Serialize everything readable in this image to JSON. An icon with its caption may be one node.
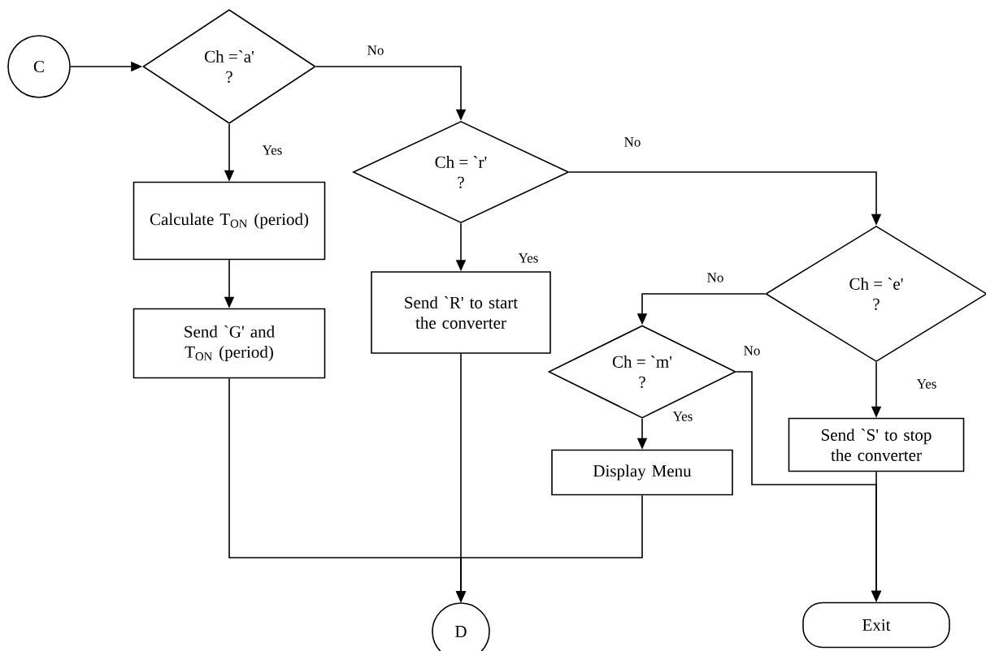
{
  "diagram": {
    "nodes": [
      {
        "text": [
          "C"
        ]
      },
      {
        "text": [
          "Ch =`a'",
          "?"
        ]
      },
      {
        "text": [
          "Ch = `r'",
          "?"
        ]
      },
      {
        "text": [
          "Calculate T$_{ON}$ (period)"
        ]
      },
      {
        "text": [
          "Send `G' and T$_{ON}$ (period)"
        ]
      },
      {
        "text": [
          "Send `R' to start the converter"
        ]
      },
      {
        "text": [
          "Ch = `e'",
          "?"
        ]
      },
      {
        "text": [
          "Ch = `m'",
          "?"
        ]
      },
      {
        "text": [
          "Send `S' to stop the converter"
        ]
      },
      {
        "text": [
          "Display Menu"
        ]
      },
      {
        "text": [
          "D"
        ]
      },
      {
        "text": [
          "Exit"
        ]
      }
    ],
    "edges": [
      {
        "from": 0,
        "to": 1,
        "arrow": "to"
      },
      {
        "from": 1,
        "to": 2,
        "arrow": "to",
        "label": "No"
      },
      {
        "from": 1,
        "to": 3,
        "arrow": "to",
        "label": "Yes"
      },
      {
        "from": 3,
        "to": 4,
        "arrow": "to"
      },
      {
        "from": 2,
        "to": 5,
        "arrow": "to",
        "label": "Yes"
      },
      {
        "from": 2,
        "to": 6,
        "arrow": "to",
        "label": "No"
      },
      {
        "from": 6,
        "to": 7,
        "arrow": "to",
        "label": "No"
      },
      {
        "from": 6,
        "to": 8,
        "arrow": "to",
        "label": "Yes"
      },
      {
        "from": 7,
        "to": 9,
        "arrow": "to",
        "label": "Yes"
      },
      {
        "from": 7,
        "to": 11,
        "arrow": "to",
        "label": "No"
      },
      {
        "from": 8,
        "to": 11,
        "arrow": "to"
      },
      {
        "from": 4,
        "to": 10,
        "arrow": "to"
      },
      {
        "from": 5,
        "to": 10,
        "arrow": "to"
      },
      {
        "from": 9,
        "to": 10,
        "arrow": "to"
      }
    ]
  }
}
